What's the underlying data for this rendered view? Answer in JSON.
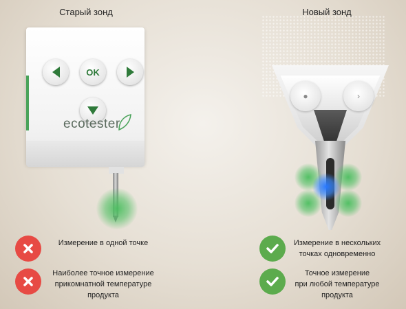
{
  "left": {
    "title": "Старый зонд",
    "device": {
      "brand": "ecotester",
      "ok_label": "OK"
    },
    "features": [
      {
        "icon": "x-icon",
        "lines": [
          "Измерение в одной точке"
        ]
      },
      {
        "icon": "x-icon",
        "lines": [
          "Наиболее точное измерение",
          "прикомнатной температуре",
          "продукта"
        ]
      }
    ]
  },
  "right": {
    "title": "Новый зонд",
    "features": [
      {
        "icon": "check-icon",
        "lines": [
          "Измерение в нескольких",
          "точках одновременно"
        ]
      },
      {
        "icon": "check-icon",
        "lines": [
          "Точное измерение",
          "при любой температуре",
          "продукта"
        ]
      }
    ]
  },
  "colors": {
    "accent_green": "#5cab4d",
    "negative_red": "#e74a44",
    "glow_green": "#4bbe5f",
    "glow_blue": "#2878ff"
  }
}
